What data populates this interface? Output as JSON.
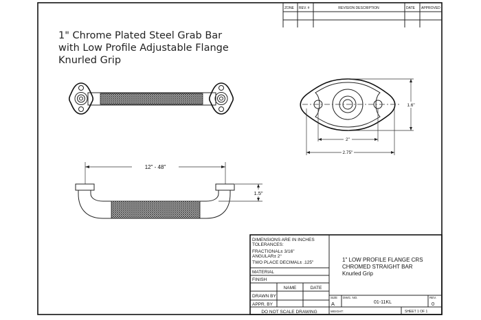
{
  "title": {
    "line1": "1\" Chrome Plated Steel Grab Bar",
    "line2": "with Low Profile Adjustable Flange",
    "line3": "Knurled Grip"
  },
  "revision_table": {
    "headers": [
      "ZONE",
      "REV. #",
      "REVISION DESCRIPTION",
      "DATE",
      "APPROVED"
    ]
  },
  "dimensions": {
    "length": "12\" - 48\"",
    "projection": "1.5\"",
    "flange_height": "1.6\"",
    "hole_spacing": "2\"",
    "flange_width": "2.75\""
  },
  "title_block": {
    "units": "DIMENSIONS ARE IN INCHES",
    "tolerances": "TOLERANCES:",
    "fractional": "FRACTIONAL±  3/16\"",
    "angular": "ANGULAR±  2°",
    "decimal": "TWO PLACE DECIMAL±  .125\"",
    "material": "MATERIAL",
    "finish": "FINISH",
    "name": "NAME",
    "date": "DATE",
    "drawn_by": "DRAWN  BY",
    "appr_by": "APPR.  BY",
    "no_scale": "DO  NOT  SCALE  DRAWING",
    "desc1": "1\" LOW PROFILE FLANGE CRS",
    "desc2": "CHROMED STRAIGHT BAR",
    "desc3": "Knurled Grip",
    "size_label": "SIZE",
    "size": "A",
    "dwg_label": "DWG. NO.",
    "dwg_no": "01-11KL",
    "rev_label": "REV.",
    "rev": "0",
    "weight_label": "WEIGHT:",
    "sheet": "SHEET 1 OF 1"
  }
}
